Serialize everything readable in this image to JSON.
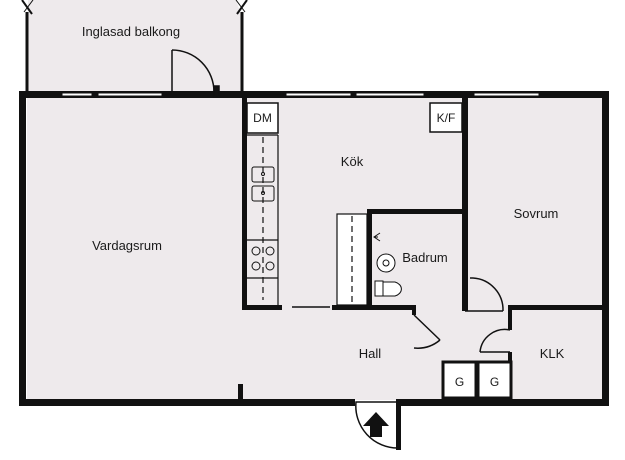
{
  "rooms": {
    "balcony": "Inglasad balkong",
    "living": "Vardagsrum",
    "kitchen": "Kök",
    "bedroom": "Sovrum",
    "bathroom": "Badrum",
    "hall": "Hall",
    "walk_in_closet": "KLK"
  },
  "fixtures": {
    "dishwasher": "DM",
    "fridge_freezer": "K/F",
    "wardrobe_1": "G",
    "wardrobe_2": "G"
  },
  "icons": {
    "entrance": "arrow-up-icon"
  },
  "colors": {
    "wall": "#111111",
    "floor": "#eeeaec",
    "background": "#ffffff",
    "window": "#ffffff"
  }
}
